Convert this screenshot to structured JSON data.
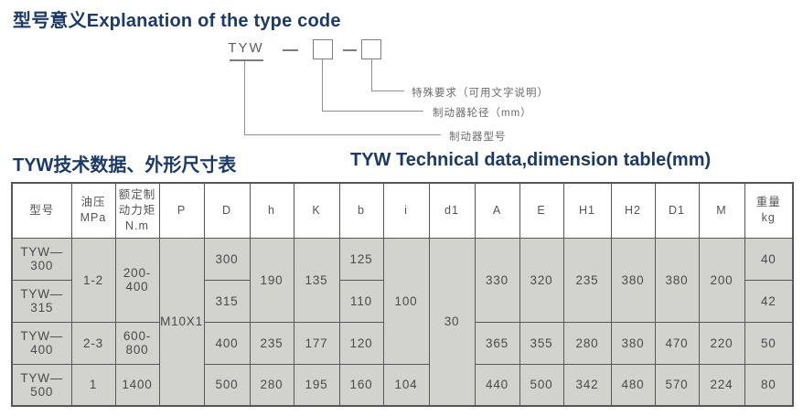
{
  "titles": {
    "main": "型号意义Explanation of the type code",
    "table_cn": "TYW技术数据、外形尺寸表",
    "table_en": "TYW Technical data,dimension table(mm)"
  },
  "colors": {
    "title_navy": "#1b3a67",
    "table_body_bg": "#d2d2cf",
    "table_border": "#565658",
    "table_text": "#4a4a4a"
  },
  "diagram": {
    "code": "TYW",
    "labels": {
      "special": "特殊要求（可用文字说明）",
      "wheel_diameter": "制动器轮径（mm）",
      "brake_model": "制动器型号"
    }
  },
  "table": {
    "headers": {
      "model": "型号",
      "pressure": [
        "油压",
        "MPa"
      ],
      "torque": [
        "额定制",
        "动力矩",
        "N.m"
      ],
      "p": "P",
      "d": "D",
      "h": "h",
      "k": "K",
      "b": "b",
      "i": "i",
      "d1": "d1",
      "a": "A",
      "e": "E",
      "h1": "H1",
      "h2": "H2",
      "dd1": "D1",
      "m": "M",
      "weight": [
        "重量",
        "kg"
      ]
    },
    "merged": {
      "p_all": "M10X1",
      "d1_all": "30",
      "i_rows123": "100"
    },
    "rows": [
      {
        "model": "TYW—300",
        "pressure": "1-2",
        "torque": "200-400",
        "d": "300",
        "h": "190",
        "k": "135",
        "b": "125",
        "a": "330",
        "e": "320",
        "h1": "235",
        "h2": "380",
        "dd1": "380",
        "m": "200",
        "weight": "40"
      },
      {
        "model": "TYW—315",
        "d": "315",
        "b": "110",
        "weight": "42"
      },
      {
        "model": "TYW—400",
        "pressure": "2-3",
        "torque": "600-800",
        "d": "400",
        "h": "235",
        "k": "177",
        "b": "120",
        "a": "365",
        "e": "355",
        "h1": "280",
        "h2": "380",
        "dd1": "470",
        "m": "220",
        "weight": "50"
      },
      {
        "model": "TYW—500",
        "pressure": "1",
        "torque": "1400",
        "d": "500",
        "h": "280",
        "k": "195",
        "b": "160",
        "i": "104",
        "a": "440",
        "e": "500",
        "h1": "342",
        "h2": "480",
        "dd1": "570",
        "m": "224",
        "weight": "80"
      }
    ]
  }
}
